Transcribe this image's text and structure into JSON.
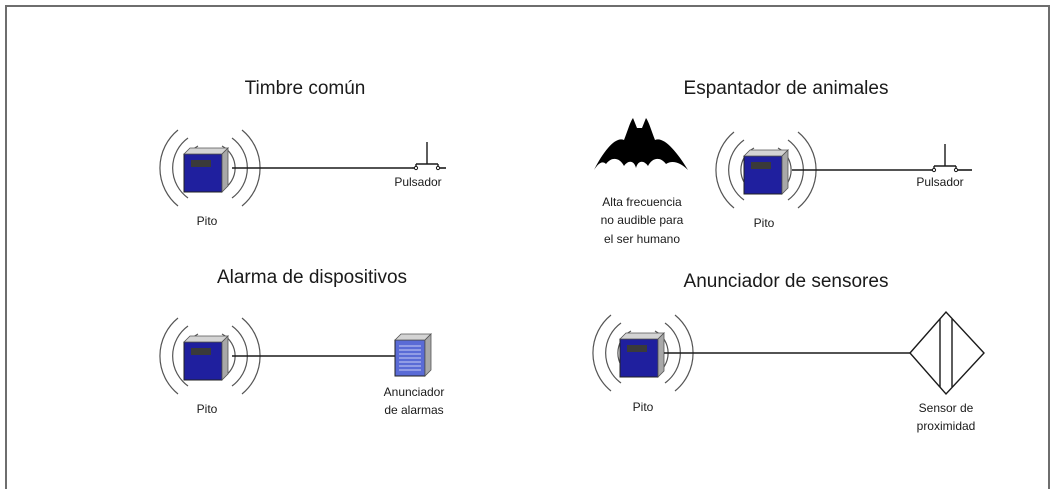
{
  "panels": [
    {
      "title": "Timbre común",
      "device_label": "Pito",
      "target_label": "Pulsador"
    },
    {
      "title": "Espantador de animales",
      "device_label": "Pito",
      "target_label": "Pulsador",
      "note_lines": [
        "Alta frecuencia",
        "no audible para",
        "el ser humano"
      ]
    },
    {
      "title": "Alarma de dispositivos",
      "device_label": "Pito",
      "target_label_lines": [
        "Anunciador",
        "de alarmas"
      ]
    },
    {
      "title": "Anunciador de sensores",
      "device_label": "Pito",
      "target_label_lines": [
        "Sensor de",
        "proximidad"
      ]
    }
  ],
  "colors": {
    "buzzer_face": "#1f1f9e",
    "buzzer_side": "#a8a8a8",
    "buzzer_top": "#d4d4d4",
    "display": "#3a3a3a",
    "annunciator_face": "#5a6bd6"
  }
}
